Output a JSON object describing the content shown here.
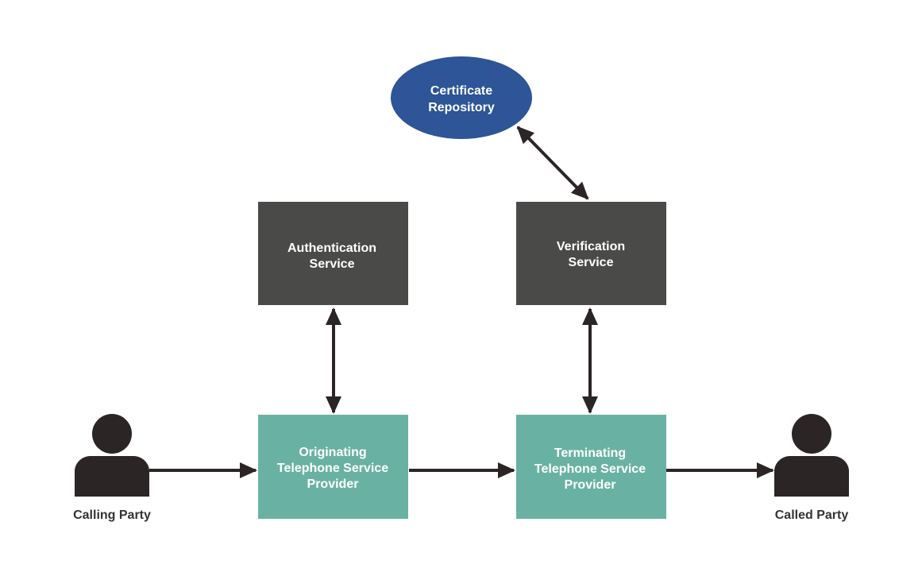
{
  "colors": {
    "service_box": "#4a4a49",
    "provider_box": "#69b2a3",
    "repository": "#2d5597",
    "person": "#2b2526",
    "arrow": "#2b2526",
    "label_text": "#333333",
    "box_text": "#ffffff"
  },
  "repository": {
    "line1": "Certificate",
    "line2": "Repository"
  },
  "authentication_service": {
    "line1": "Authentication",
    "line2": "Service"
  },
  "verification_service": {
    "line1": "Verification",
    "line2": "Service"
  },
  "originating_provider": {
    "line1": "Originating",
    "line2": "Telephone Service",
    "line3": "Provider"
  },
  "terminating_provider": {
    "line1": "Terminating",
    "line2": "Telephone Service",
    "line3": "Provider"
  },
  "calling_party": {
    "label": "Calling Party",
    "icon": "person-icon"
  },
  "called_party": {
    "label": "Called Party",
    "icon": "person-icon"
  }
}
